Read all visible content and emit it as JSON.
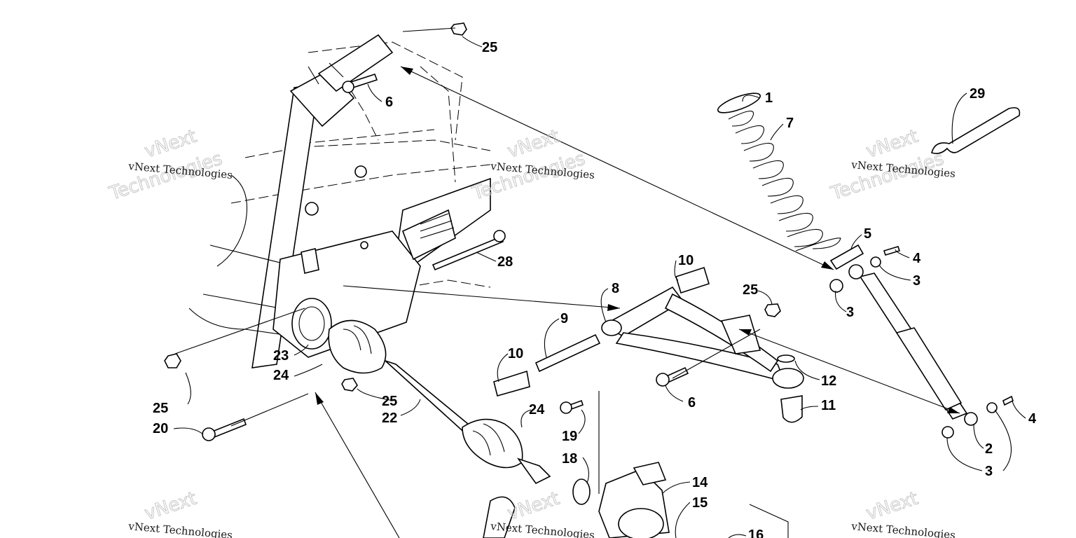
{
  "watermark": {
    "company": "vNext Technologies",
    "big_a": "vNext",
    "big_b": "Technologies"
  },
  "callouts": {
    "p1": "1",
    "p2": "2",
    "p3a": "3",
    "p3b": "3",
    "p3c": "3",
    "p4a": "4",
    "p4b": "4",
    "p5": "5",
    "p6a": "6",
    "p6b": "6",
    "p7": "7",
    "p8": "8",
    "p9": "9",
    "p10a": "10",
    "p10b": "10",
    "p11": "11",
    "p12": "12",
    "p14": "14",
    "p15": "15",
    "p16": "16",
    "p18": "18",
    "p19": "19",
    "p20": "20",
    "p22": "22",
    "p23": "23",
    "p24a": "24",
    "p24b": "24",
    "p25a": "25",
    "p25b": "25",
    "p25c": "25",
    "p25d": "25",
    "p28": "28",
    "p29": "29"
  }
}
